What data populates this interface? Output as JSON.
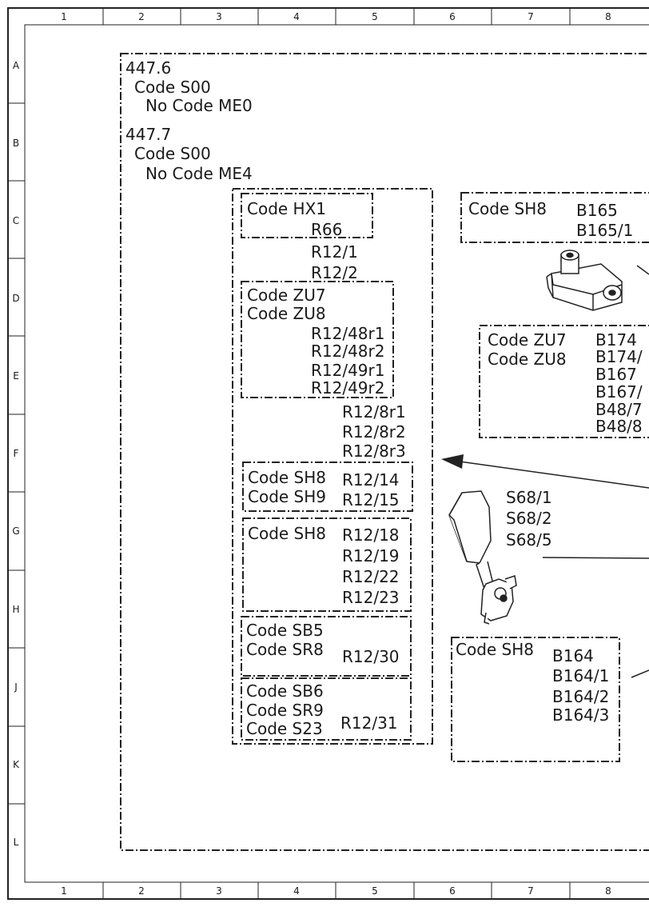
{
  "columns": [
    "1",
    "2",
    "3",
    "4",
    "5",
    "6",
    "7",
    "8"
  ],
  "rows": [
    "A",
    "B",
    "C",
    "D",
    "E",
    "F",
    "G",
    "H",
    "J",
    "K",
    "L"
  ],
  "groups": {
    "g447_6": {
      "id": "447.6",
      "code": "Code S00",
      "no_code": "No Code ME0"
    },
    "g447_7": {
      "id": "447.7",
      "code": "Code S00",
      "no_code": "No Code ME4"
    }
  },
  "hx1": {
    "code": "Code HX1",
    "item": "R66"
  },
  "r12_plain": [
    "R12/1",
    "R12/2"
  ],
  "zu": {
    "codes": [
      "Code ZU7",
      "Code ZU8"
    ],
    "items": [
      "R12/48r1",
      "R12/48r2",
      "R12/49r1",
      "R12/49r2"
    ]
  },
  "r12_8": [
    "R12/8r1",
    "R12/8r2",
    "R12/8r3"
  ],
  "sh8_sh9": {
    "codes": [
      "Code SH8",
      "Code SH9"
    ],
    "items": [
      "R12/14",
      "R12/15"
    ]
  },
  "sh8_r12": {
    "code": "Code SH8",
    "items": [
      "R12/18",
      "R12/19",
      "R12/22",
      "R12/23"
    ]
  },
  "sb5": {
    "codes": [
      "Code SB5",
      "Code SR8"
    ],
    "item": "R12/30"
  },
  "sb6": {
    "codes": [
      "Code SB6",
      "Code SR9",
      "Code S23"
    ],
    "item": "R12/31"
  },
  "sh8_b165": {
    "code": "Code SH8",
    "items": [
      "B165",
      "B165/1"
    ]
  },
  "zu_b": {
    "codes": [
      "Code ZU7",
      "Code ZU8"
    ],
    "items": [
      "B174",
      "B174/",
      "B167",
      "B167/",
      "B48/7",
      "B48/8"
    ]
  },
  "s68": [
    "S68/1",
    "S68/2",
    "S68/5"
  ],
  "sh8_b164": {
    "code": "Code SH8",
    "items": [
      "B164",
      "B164/1",
      "B164/2",
      "B164/3"
    ]
  }
}
